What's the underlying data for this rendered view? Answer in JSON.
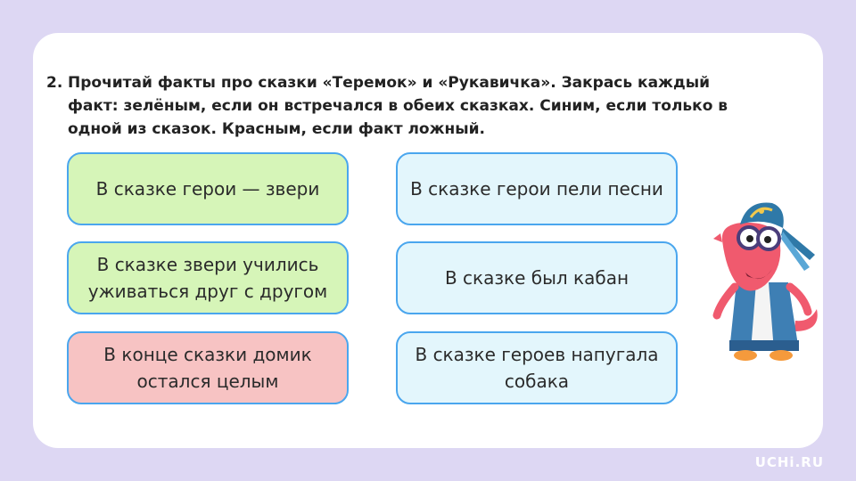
{
  "task": {
    "number": "2.",
    "text": "Прочитай факты про сказки «Теремок» и «Рукавичка». Закрась каждый факт: зелёным, если он встречался в обеих сказках. Синим, если только в одной из сказок. Красным, если факт ложный."
  },
  "facts": [
    {
      "text": "В сказке герои — звери",
      "color": "green"
    },
    {
      "text": "В сказке герои пели песни",
      "color": "blue"
    },
    {
      "text": "В сказке звери учились уживаться друг с другом",
      "color": "green"
    },
    {
      "text": "В сказке был кабан",
      "color": "blue"
    },
    {
      "text": "В конце сказки домик остался целым",
      "color": "red"
    },
    {
      "text": "В сказке героев напугала собака",
      "color": "blue"
    }
  ],
  "colors": {
    "background": "#ddd7f3",
    "green": "#d6f5b8",
    "blue": "#e3f6fc",
    "red": "#f7c3c3",
    "border": "#4aa6ee"
  },
  "brand": "UCHi.RU",
  "mascot_icon": "dragon-mascot-icon"
}
